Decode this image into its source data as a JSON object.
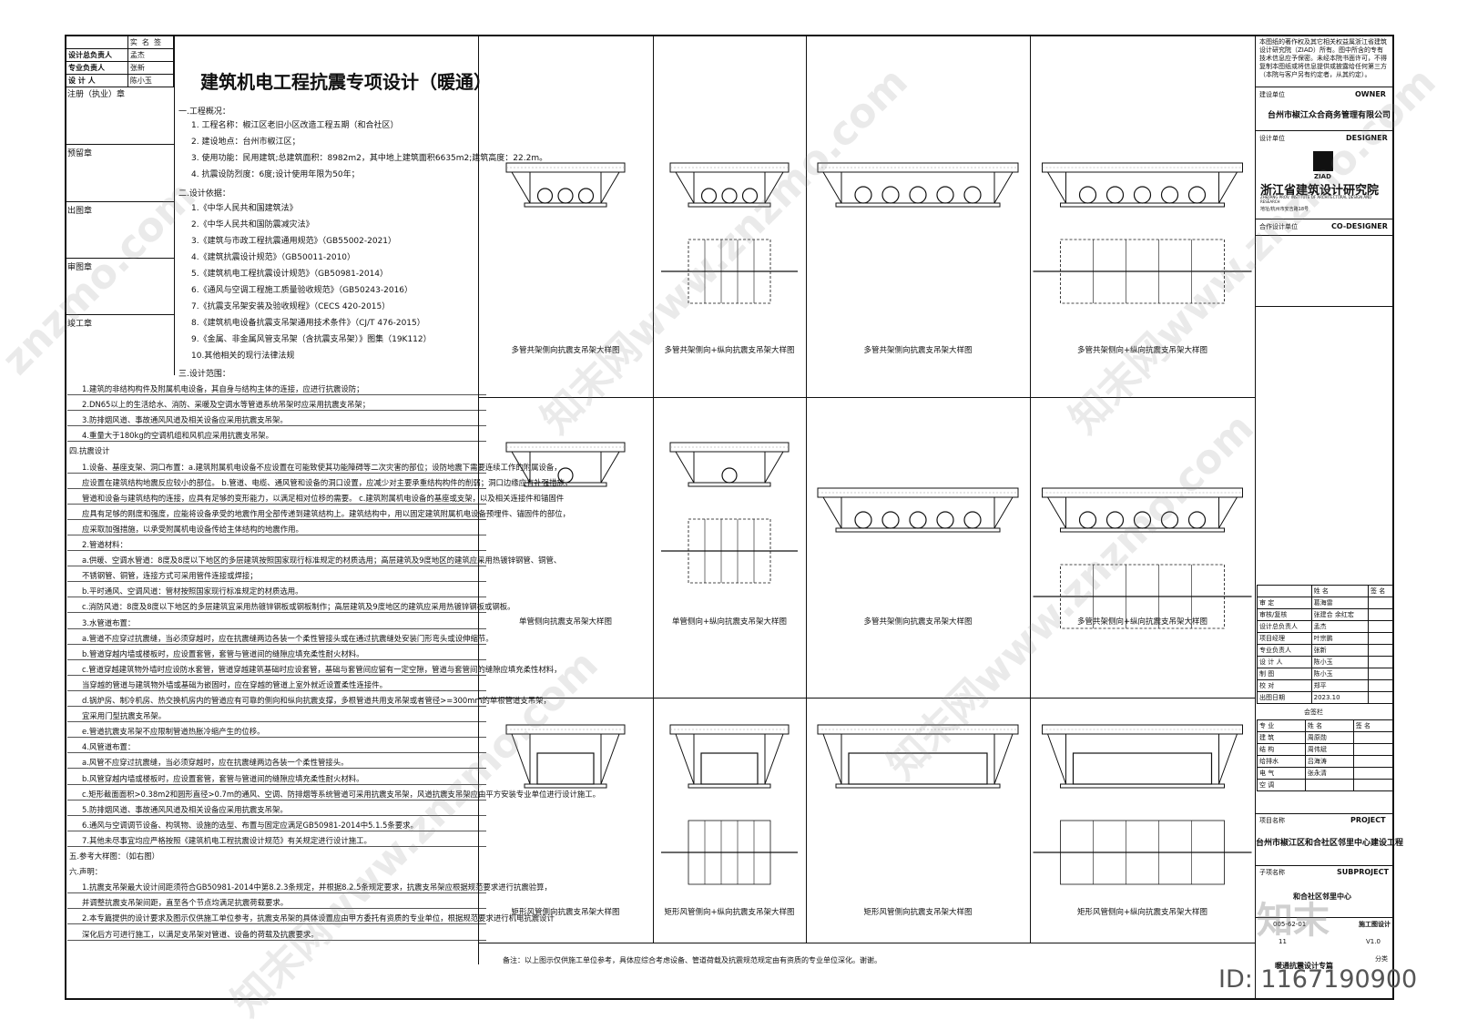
{
  "title": "建筑机电工程抗震专项设计（暖通）",
  "signatures": {
    "header": [
      "",
      "实",
      "名",
      "签"
    ],
    "rows": [
      {
        "role": "设计总负责人",
        "name": "孟杰"
      },
      {
        "role": "专业负责人",
        "name": "张新"
      },
      {
        "role": "设  计  人",
        "name": "陈小玉"
      }
    ],
    "stamps": [
      "注册（执业）章",
      "预留章",
      "出图章",
      "审图章",
      "竣工章"
    ]
  },
  "overview": {
    "heading": "一.工程概况：",
    "items": [
      "1. 工程名称：椒江区老旧小区改造工程五期（和合社区）",
      "2. 建设地点：台州市椒江区；",
      "3. 使用功能：民用建筑;总建筑面积：8982m2，其中地上建筑面积6635m2;建筑高度：22.2m。",
      "4. 抗震设防烈度：6度;设计使用年限为50年；"
    ]
  },
  "basis": {
    "heading": "二.设计依据：",
    "items": [
      "1.《中华人民共和国建筑法》",
      "2.《中华人民共和国防震减灾法》",
      "3.《建筑与市政工程抗震通用规范》（GB55002-2021）",
      "4.《建筑抗震设计规范》（GB50011-2010）",
      "5.《建筑机电工程抗震设计规范》（GB50981-2014）",
      "6.《通风与空调工程施工质量验收规范》（GB50243-2016）",
      "7.《抗震支吊架安装及验收规程》（CECS 420-2015）",
      "8.《建筑机电设备抗震支吊架通用技术条件》（CJ/T 476-2015）",
      "9.《金属、非金属风管支吊架（含抗震支吊架）》图集（19K112）",
      "10.其他相关的现行法律法规"
    ]
  },
  "scope": {
    "heading": "三.设计范围：",
    "items": [
      "1.建筑的非结构构件及附属机电设备，其自身与结构主体的连接，应进行抗震设防；",
      "2.DN65以上的生活给水、消防、采暖及空调水等管道系统吊架时应采用抗震支吊架；",
      "3.防排烟风道、事故通风风道及相关设备应采用抗震支吊架。",
      "4.重量大于180kg的空调机组和风机应采用抗震支吊架。"
    ]
  },
  "measures": {
    "heading": "四.抗震设计",
    "items": [
      "1.设备、基座支架、洞口布置：a.建筑附属机电设备不应设置在可能致使其功能障碍等二次灾害的部位；设防地震下需要连续工作的附属设备，",
      "  应设置在建筑结构地震反应较小的部位。 b.管道、电缆、通风管和设备的洞口设置，应减少对主要承重结构构件的削弱；洞口边缘应有补强措施，",
      "  管道和设备与建筑结构的连接，应具有足够的变形能力，以满足相对位移的需要。 c.建筑附属机电设备的基座或支架，以及相关连接件和锚固件",
      "  应具有足够的刚度和强度，应能将设备承受的地震作用全部传递到建筑结构上。建筑结构中，用以固定建筑附属机电设备预埋件、锚固件的部位，",
      "  应采取加强措施，以承受附属机电设备传给主体结构的地震作用。",
      "2.管道材料：",
      "a.供暖、空调水管道：8度及8度以下地区的多层建筑按照国家现行标准规定的材质选用；高层建筑及9度地区的建筑应采用热镀锌钢管、铜管、",
      "  不锈钢管、铜管，连接方式可采用管件连接或焊接；",
      "b.平时通风、空调风道：管材按照国家现行标准规定的材质选用。",
      "c.消防风道：8度及8度以下地区的多层建筑宜采用热镀锌钢板或钢板制作；高层建筑及9度地区的建筑应采用热镀锌钢板或钢板。",
      "3.水管道布置：",
      "a.管道不应穿过抗震缝，当必须穿越时，应在抗震缝两边各装一个柔性管接头或在通过抗震缝处安装门形弯头或设伸缩节。",
      "b.管道穿越内墙或楼板时，应设置套管，套管与管道间的缝隙应填充柔性耐火材料。",
      "c.管道穿越建筑物外墙时应设防水套管，管道穿越建筑基础时应设套管，基础与套管间应留有一定空隙，管道与套管间的缝隙应填充柔性材料，",
      "  当穿越的管道与建筑物外墙或基础为嵌固时，应在穿越的管道上室外就近设置柔性连接件。",
      "d.锅炉房、制冷机房、热交换机房内的管道应有可靠的侧向和纵向抗震支撑，多根管道共用支吊架或者管径>=300mm的单根管道支吊架，",
      "  宜采用门型抗震支吊架。",
      "e.管道抗震支吊架不应限制管道热胀冷缩产生的位移。",
      "4.风管道布置：",
      "a.风管不应穿过抗震缝，当必须穿越时，应在抗震缝两边各装一个柔性管接头。",
      "b.风管穿越内墙或楼板时，应设置套管，套管与管道间的缝隙应填充柔性耐火材料。",
      "c.矩形截面面积>0.38m2和圆形直径>0.7m的通风、空调、防排烟等系统管道可采用抗震支吊架，风道抗震支吊架应由平方安装专业单位进行设计施工。",
      "5.防排烟风道、事故通风风道及相关设备应采用抗震支吊架。",
      "6.通风与空调调节设备、构筑物、设施的选型、布置与固定应满足GB50981-2014中5.1.5条要求。",
      "7.其他未尽事宜均应严格按照《建筑机电工程抗震设计规范》有关规定进行设计施工。"
    ]
  },
  "reference": {
    "heading": "五.参考大样图：（如右图）"
  },
  "statement": {
    "heading": "六.声明：",
    "items": [
      "1.抗震支吊架最大设计间距须符合GB50981-2014中第8.2.3条规定，并根据8.2.5条规定要求，抗震支吊架应根据规范要求进行抗震验算，",
      "  并调整抗震支吊架间距，直至各个节点均满足抗震荷载要求。",
      "2.本专篇提供的设计要求及图示仅供施工单位参考，抗震支吊架的具体设置应由甲方委托有资质的专业单位，根据规范要求进行机电抗震设计",
      "  深化后方可进行施工，以满足支吊架对管道、设备的荷载及抗震要求。"
    ]
  },
  "details": [
    "多管共架侧向抗震支吊架大样图",
    "多管共架侧向+纵向抗震支吊架大样图",
    "多管共架侧向抗震支吊架大样图",
    "多管共架侧向+纵向抗震支吊架大样图",
    "单管侧向抗震支吊架大样图",
    "单管侧向+纵向抗震支吊架大样图",
    "多管共架侧向抗震支吊架大样图",
    "多管共架侧向+纵向抗震支吊架大样图",
    "矩形风管侧向抗震支吊架大样图",
    "矩形风管侧向+纵向抗震支吊架大样图",
    "矩形风管侧向抗震支吊架大样图",
    "矩形风管侧向+纵向抗震支吊架大样图"
  ],
  "bottom_note": "备注：以上图示仅供施工单位参考，具体应综合考虑设备、管道荷载及抗震规范规定由有资质的专业单位深化。谢谢。",
  "title_block": {
    "copyright": "本图纸的著作权及其它相关权益属浙江省建筑设计研究院（ZIAD）所有。图中所含的专有技术信息应予保密。未经本院书面许可，不得复制本图纸或将信息提供或披露给任何第三方（本院与客户另有约定者，从其约定）。",
    "owner_label": "建设单位",
    "owner_en": "OWNER",
    "owner": "台州市椒江众合商务管理有限公司",
    "designer_label": "设计单位",
    "designer_en": "DESIGNER",
    "logo_text": "ZIAD",
    "designer": "浙江省建筑设计研究院",
    "designer_en_name": "ZHEJIANG PROV. INSTITUTE OF ARCHITECTURAL DESIGN AND RESEARCH",
    "address": "地址/杭州市安吉路18号",
    "codesigner_label": "合作设计单位",
    "codesigner_en": "CO-DESIGNER",
    "sign_header": [
      "",
      "姓  名",
      "签  名"
    ],
    "sign_rows": [
      [
        "审  定",
        "葛海雷"
      ],
      [
        "审核/复核",
        "张建合 余红宏"
      ],
      [
        "设计总负责人",
        "孟杰"
      ],
      [
        "项目经理",
        "叶宗鹏"
      ],
      [
        "专业负责人",
        "张新"
      ],
      [
        "设  计  人",
        "陈小玉"
      ],
      [
        "制  图",
        "陈小玉"
      ],
      [
        "校  对",
        "郑平"
      ],
      [
        "出图日期",
        "2023.10"
      ]
    ],
    "countersign_label": "会签栏",
    "countersign_header": [
      "专  业",
      "姓  名",
      "签  名"
    ],
    "countersign_rows": [
      [
        "建  筑",
        "周原勋"
      ],
      [
        "结  构",
        "周伟斌"
      ],
      [
        "给排水",
        "吕海涛"
      ],
      [
        "电  气",
        "张永清"
      ],
      [
        "空  调",
        ""
      ]
    ],
    "project_label": "项目名称",
    "project_en": "PROJECT",
    "project": "台州市椒江区和合社区邻里中心建设工程",
    "subproject_label": "子项名称",
    "subproject_en": "SUBPROJECT",
    "subproject": "和合社区邻里中心",
    "drawing_no": "005-62-01",
    "stage": "施工图设计",
    "sheet": "11",
    "version": "V1.0",
    "drawing_title": "暖通抗震设计专篇",
    "scale_label": "分类"
  },
  "watermarks": [
    "znzmo.com",
    "知末网www.znzmo.com"
  ],
  "corner_logo": "知末",
  "id_text": "ID: 1167190900"
}
